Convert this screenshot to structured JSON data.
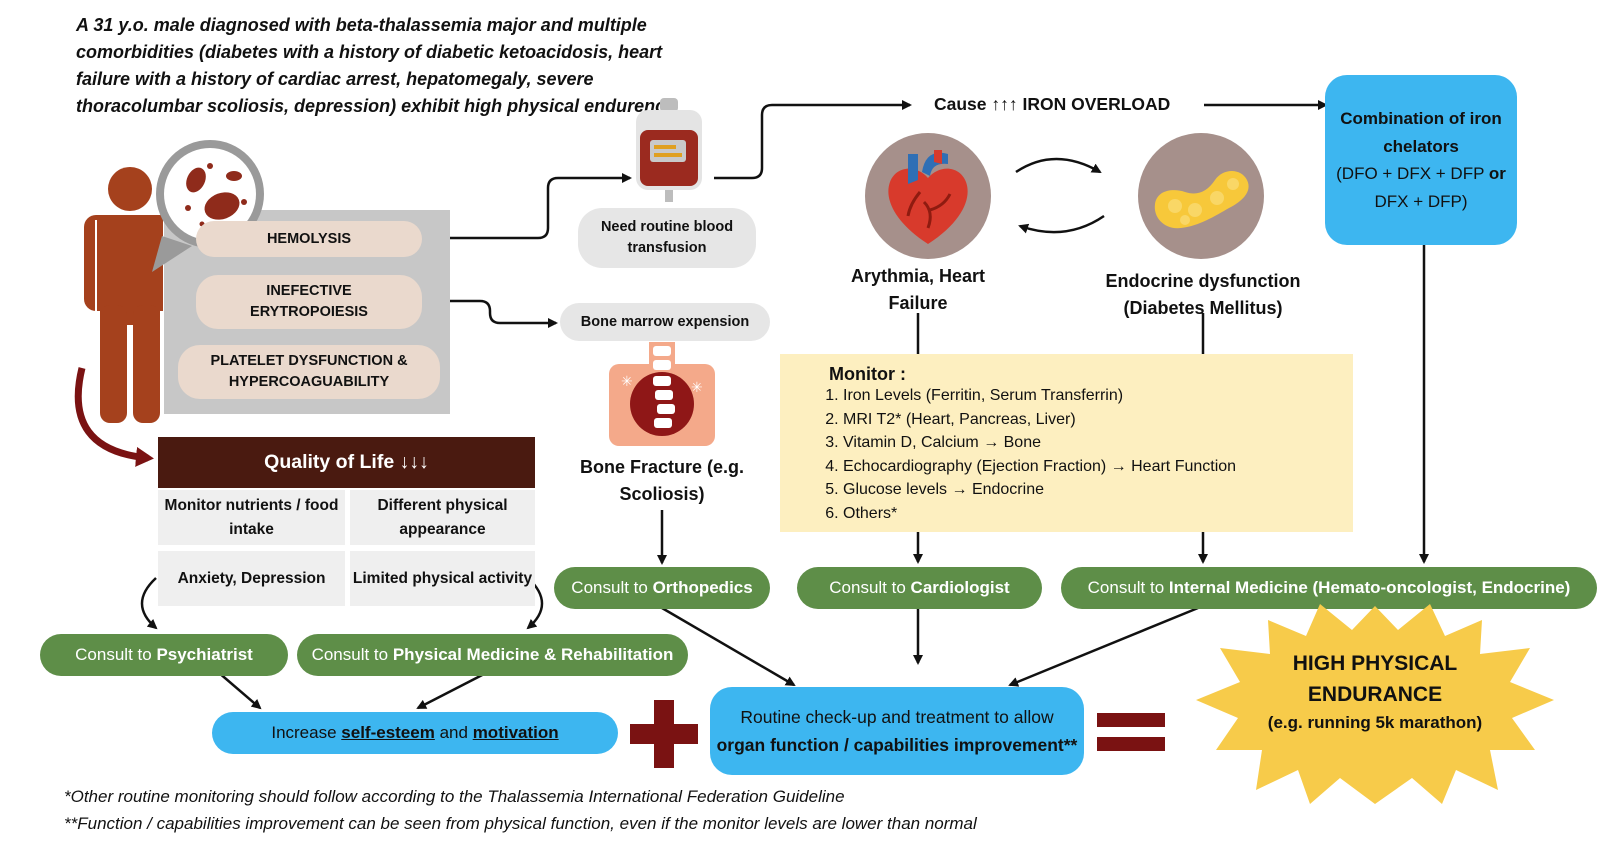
{
  "intro": "A 31 y.o. male diagnosed with beta-thalassemia major and multiple comorbidities (diabetes with a history of diabetic ketoacidosis, heart failure with a history of cardiac arrest, hepatomegaly, severe thoracolumbar scoliosis, depression) exhibit high physical endurence",
  "causes": {
    "hemolysis": "HEMOLYSIS",
    "ineffective": "INEFECTIVE ERYTROPOIESIS",
    "platelet": "PLATELET DYSFUNCTION & HYPERCOAGUABILITY"
  },
  "transfusion": "Need routine blood transfusion",
  "bone_marrow": "Bone marrow expension",
  "bone_fracture": "Bone Fracture (e.g. Scoliosis)",
  "iron_overload": "Cause ↑↑↑ IRON OVERLOAD",
  "chelators": {
    "title": "Combination of iron chelators",
    "detail_a": "(DFO + DFX + DFP ",
    "detail_or": "or",
    "detail_b": " DFX + DFP)"
  },
  "heart_label": "Arythmia, Heart Failure",
  "endocrine_label": "Endocrine dysfunction (Diabetes Mellitus)",
  "monitor": {
    "title": "Monitor :",
    "items": [
      "Iron Levels (Ferritin, Serum Transferrin)",
      "MRI T2* (Heart, Pancreas, Liver)",
      "Vitamin D, Calcium → Bone",
      "Echocardiography (Ejection Fraction) → Heart Function",
      "Glucose levels → Endocrine",
      "Others*"
    ]
  },
  "qol": {
    "title": "Quality of Life ↓↓↓",
    "cells": [
      "Monitor nutrients / food intake",
      "Different physical appearance",
      "Anxiety, Depression",
      "Limited physical activity"
    ]
  },
  "consult": {
    "prefix": "Consult to ",
    "psychiatrist": "Psychiatrist",
    "pmr": "Physical Medicine & Rehabilitation",
    "orthopedics": "Orthopedics",
    "cardiologist": "Cardiologist",
    "internal": "Internal Medicine (Hemato-oncologist, Endocrine)"
  },
  "esteem": {
    "prefix": "Increase ",
    "self_esteem": "self-esteem",
    "and": " and ",
    "motivation": "motivation"
  },
  "routine": {
    "line1": "Routine check-up and treatment to allow",
    "line2": "organ function / capabilities improvement**"
  },
  "endurance": {
    "line1": "HIGH PHYSICAL",
    "line2": "ENDURANCE",
    "line3": "(e.g. running 5k marathon)"
  },
  "footnotes": [
    "*Other routine monitoring should follow according to the Thalassemia International Federation Guideline",
    "**Function / capabilities improvement can be seen from physical function, even if the monitor levels are lower than normal"
  ],
  "colors": {
    "green": "#5e8e48",
    "blue": "#3db6f0",
    "dark_brown": "#4a1a10",
    "figure": "#a5411d",
    "maroon": "#7a1212",
    "monitor_bg": "#fdefc0",
    "star": "#f7cb4a"
  }
}
